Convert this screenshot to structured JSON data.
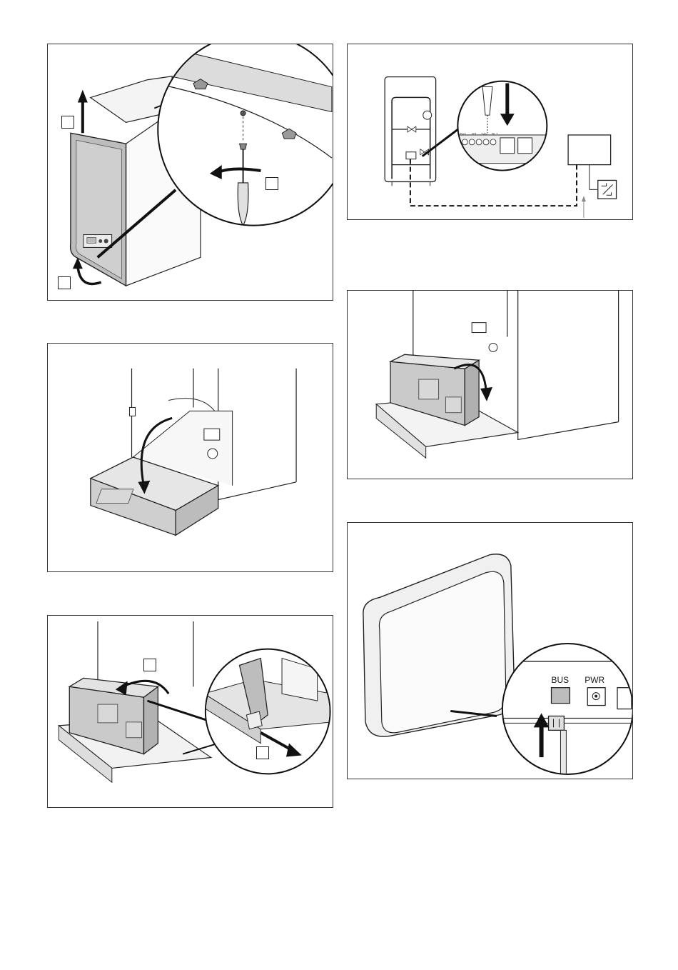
{
  "figures": {
    "fig6": {
      "connector_labels": [
        "BUS",
        "PWR"
      ]
    },
    "fig2": {
      "terminal_labels": [
        "Bus",
        "RT",
        "24V",
        "BL1"
      ]
    }
  },
  "colors": {
    "line": "#1a1a1a",
    "panel_border": "#333333",
    "background": "#ffffff",
    "fill_light": "#f2f2f2",
    "fill_mid": "#d9d9d9",
    "fill_dark": "#bdbdbd"
  }
}
